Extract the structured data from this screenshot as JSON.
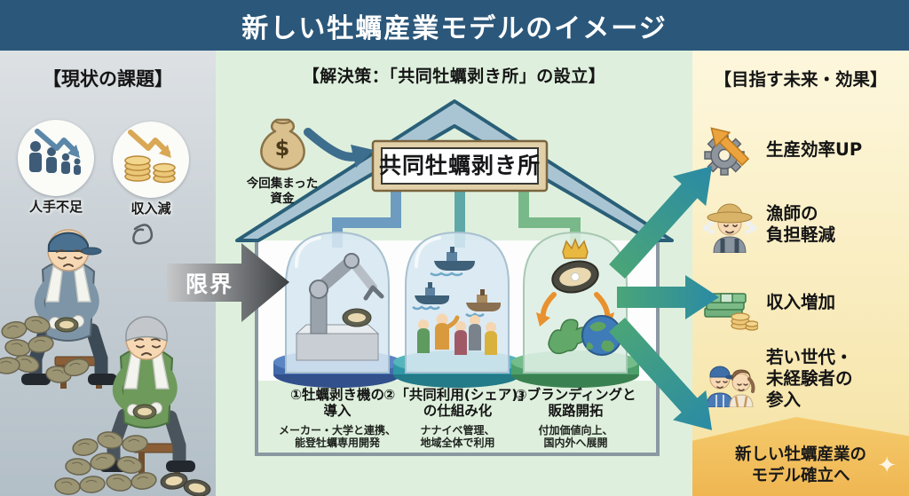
{
  "title": "新しい牡蠣産業モデルのイメージ",
  "left_panel": {
    "header": "【現状の課題】",
    "issues": [
      {
        "label": "人手不足",
        "icon": "people-decline-icon"
      },
      {
        "label": "収入減",
        "icon": "coins-decline-icon"
      }
    ],
    "illustration": "elderly-fishermen-shucking-oysters"
  },
  "limit_arrow": {
    "label": "限界"
  },
  "middle_panel": {
    "header": "【解決策：「共同牡蠣剥き所」の設立】",
    "fund_label": "今回集まった\n資金",
    "facility_sign": "共同牡蠣剥き所",
    "solutions": [
      {
        "title": "①牡蠣剥き機の\n導入",
        "desc": "メーカー・大学と連携、\n能登牡蠣専用開発",
        "icon": "robot-arm-oyster-icon"
      },
      {
        "title": "②「共同利用(シェア)」\nの仕組み化",
        "desc": "ナナイベ管理、\n地域全体で利用",
        "icon": "boats-community-icon"
      },
      {
        "title": "③ブランディングと\n販路開拓",
        "desc": "付加価値向上、\n国内外へ展開",
        "icon": "branded-oyster-globe-icon"
      }
    ]
  },
  "right_panel": {
    "header": "【目指す未来・効果】",
    "effects": [
      {
        "label": "生産効率UP",
        "icon": "gear-up-arrow-icon"
      },
      {
        "label": "漁師の\n負担軽減",
        "icon": "relieved-fisherman-icon"
      },
      {
        "label": "収入増加",
        "icon": "money-bills-coins-icon"
      },
      {
        "label": "若い世代・\n未経験者の\n参入",
        "icon": "young-workers-icon"
      }
    ],
    "goal": "新しい牡蠣産業の\nモデル確立へ"
  },
  "colors": {
    "banner": "#2b577a",
    "left_bg": "#c8d1d7",
    "middle_bg": "#def0dd",
    "right_bg": "#f9ecbe",
    "goal_band": "#f2c263",
    "flow_arrow": "#3a93a0",
    "limit_arrow": "#4a4a4a",
    "dome_base_blue": "#4a72b0",
    "dome_base_teal": "#3a9aa5",
    "dome_base_green": "#57a86b"
  }
}
